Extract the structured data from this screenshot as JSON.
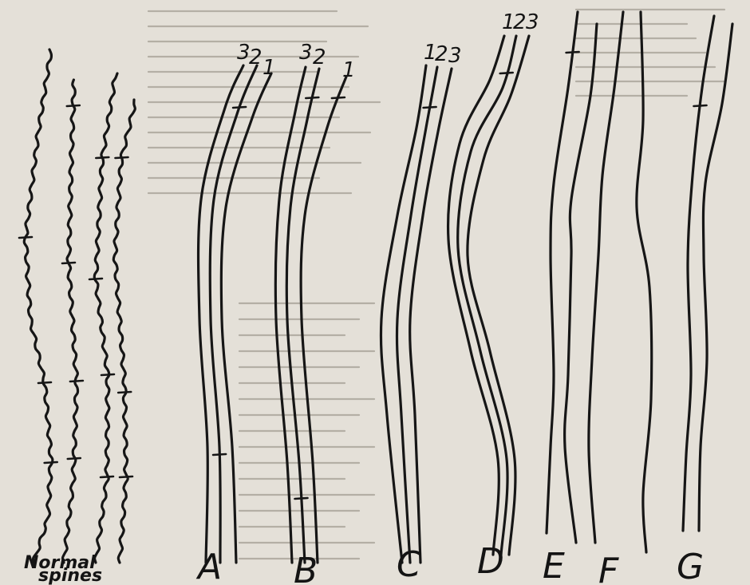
{
  "figure": {
    "normal_label_line1": "Normal",
    "normal_label_line2": "spines",
    "panel_labels": [
      "A",
      "B",
      "C",
      "D",
      "E",
      "F",
      "G"
    ],
    "curve_numbers": {
      "A": [
        "3",
        "2",
        "1"
      ],
      "B": [
        "3",
        "2",
        "1"
      ],
      "C": [
        "1",
        "2",
        "3"
      ],
      "D": [
        "1",
        "2",
        "3"
      ]
    }
  }
}
